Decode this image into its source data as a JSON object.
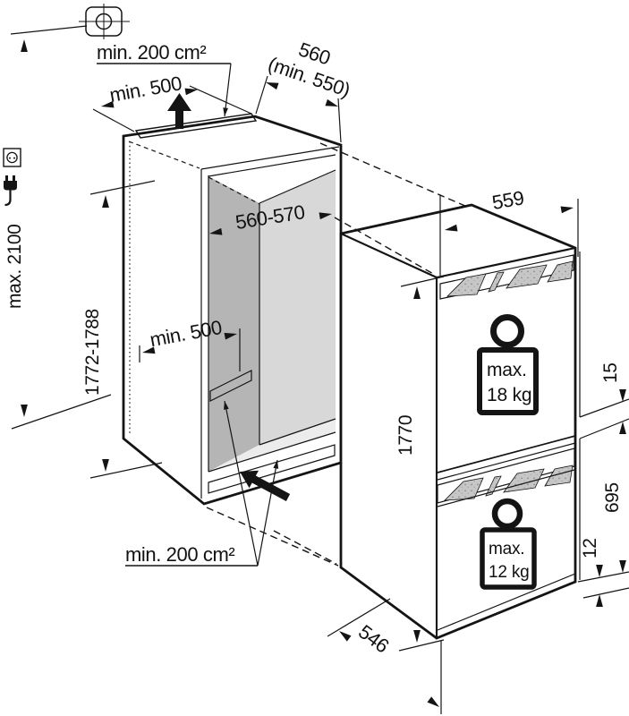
{
  "diagram": {
    "niche": {
      "top_vent_area": "min. 200 cm²",
      "top_vent_width": "min. 500",
      "cabinet_depth": "560",
      "cabinet_depth_min": "(min. 550)",
      "ceiling_height": "max. 2100",
      "niche_height": "1772-1788",
      "niche_width": "560-570",
      "floor_vent_clearance": "min. 500",
      "bottom_vent_area": "min. 200 cm²"
    },
    "appliance": {
      "width": "559",
      "height": "1770",
      "depth": "546",
      "top_clearance": "15",
      "lower_door_height": "695",
      "bottom_clearance": "12",
      "upper_door_load": {
        "line1": "max.",
        "line2": "18 kg"
      },
      "lower_door_load": {
        "line1": "max.",
        "line2": "12 kg"
      }
    },
    "colors": {
      "line": "#141414",
      "interior_back_wall": "#b5b5b5",
      "interior_side_wall": "#d8d8d8",
      "interior_floor": "#ececec",
      "vent_hatch": "#e9e9e9",
      "grille_shape": "#c6c6c6"
    }
  }
}
